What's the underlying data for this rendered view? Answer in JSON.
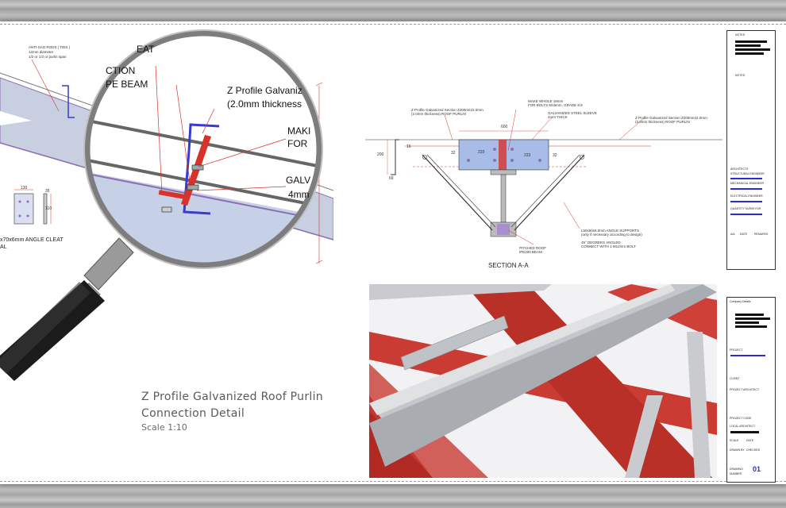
{
  "drawing": {
    "title_line1": "Z Profile Galvanized Roof Purlin",
    "title_line2": "Connection Detail",
    "scale": "Scale 1:10",
    "section_label": "SECTION A-A"
  },
  "left_detail": {
    "anti_sag_title": "ANTI-SAG RODS ( TIES )",
    "anti_sag_line2": "12mm diameter",
    "anti_sag_line3": "1/2 or 1/3 or purlin span",
    "dim_130": "130",
    "dim_35": "35",
    "dim_110": "110",
    "angle_cleat_line1": "x70x6mm ANGLE CLEAT",
    "angle_cleat_line2": "AL"
  },
  "magnifier": {
    "t_cleat": "EAT",
    "t_ction": "CTION",
    "t_beam": "PE BEAM",
    "t_zprofile": "Z Profile Galvaniz",
    "t_thickness": "(2.0mm thickness",
    "t_make": "MAKI",
    "t_for": "FOR",
    "t_galv": "GALV",
    "t_4mm": "4mm"
  },
  "section": {
    "left_purlin_line1": "Z Profile Galvanized Section Z200mm/2.0mm",
    "left_purlin_line2": "(2.0mm thickness) ROOF PURLIN",
    "hole_line1": "MAKE WHOLE 18mm",
    "hole_line2": "FOR BOLTS M16mm, GRADE 8.8",
    "sleeve_line1": "GALVANIZED STEEL SLEEVE",
    "sleeve_line2": "4mm THICK",
    "right_purlin_line1": "Z Profile Galvanized Section Z200mm/2.0mm",
    "right_purlin_line2": "(2.0mm thickness) ROOF PURLIN",
    "dim_600": "600",
    "dim_233a": "233",
    "dim_233b": "233",
    "dim_32a": "32",
    "dim_32b": "32",
    "dim_200": "200",
    "dim_16": "16",
    "dim_69": "69",
    "angle_line1": "L50x50x6.0mm ANGLE SUPPORTS",
    "angle_line2": "(only if necessary according to design)",
    "angle_line3": "45° DEGREES ANGLED",
    "angle_line4": "CONNECT WITH 1 M12mm BOLT",
    "pitched_line1": "PITCHED ROOF",
    "pitched_line2": "IPE200 BEAM"
  },
  "title_block": {
    "notes1": "NOTES",
    "notes2": "NOTES",
    "architect": "ARCHITECTS",
    "structural": "STRUCTURAL ENGINEER",
    "mechanical": "MECHANICAL ENGINEER",
    "electrical": "ELECTRICAL ENGINEER",
    "quantity": "QUANTITY SURVEYOR",
    "col_a": "A/A",
    "col_b": "DATE",
    "col_c": "REMARKS",
    "company": "Company Details",
    "project": "PROJECT",
    "client": "CLIENT",
    "project_arch": "PROJECT ARCHITECT",
    "project_code": "PROJECT CODE",
    "local_arch": "LOCAL ARCHITECT",
    "scale_lbl": "SCALE",
    "date_lbl": "DATE",
    "drawn_by": "DRAWN BY",
    "checked": "CHECKED",
    "drawing_lbl": "DRAWING",
    "number_lbl": "NUMBER",
    "drawing_no": "01"
  },
  "colors": {
    "steel_red": "#d8322a",
    "purlin_blue": "#3a3ad0",
    "background": "#ffffff"
  }
}
